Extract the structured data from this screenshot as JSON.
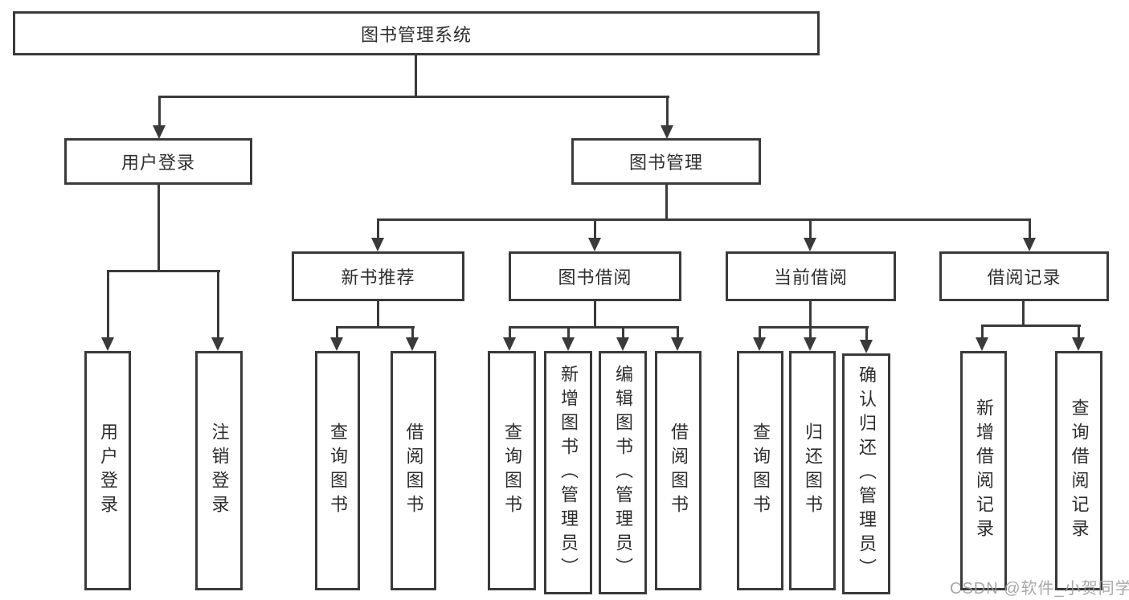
{
  "tree": {
    "label": "图书管理系统",
    "children": [
      {
        "label": "用户登录",
        "children": [
          {
            "label": "用户登录"
          },
          {
            "label": "注销登录"
          }
        ]
      },
      {
        "label": "图书管理",
        "children": [
          {
            "label": "新书推荐",
            "children": [
              {
                "label": "查询图书"
              },
              {
                "label": "借阅图书"
              }
            ]
          },
          {
            "label": "图书借阅",
            "children": [
              {
                "label": "查询图书"
              },
              {
                "label": "新增图书（管理员）"
              },
              {
                "label": "编辑图书（管理员）"
              },
              {
                "label": "借阅图书"
              }
            ]
          },
          {
            "label": "当前借阅",
            "children": [
              {
                "label": "查询图书"
              },
              {
                "label": "归还图书"
              },
              {
                "label": "确认归还（管理员）"
              }
            ]
          },
          {
            "label": "借阅记录",
            "children": [
              {
                "label": "新增借阅记录"
              },
              {
                "label": "查询借阅记录"
              }
            ]
          }
        ]
      }
    ]
  },
  "watermark": "CSDN @软件_小贺同学",
  "colors": {
    "line": "#3a3a3a",
    "text": "#2e2e2e",
    "watermark": "#9e9e9e",
    "background": "#ffffff"
  }
}
